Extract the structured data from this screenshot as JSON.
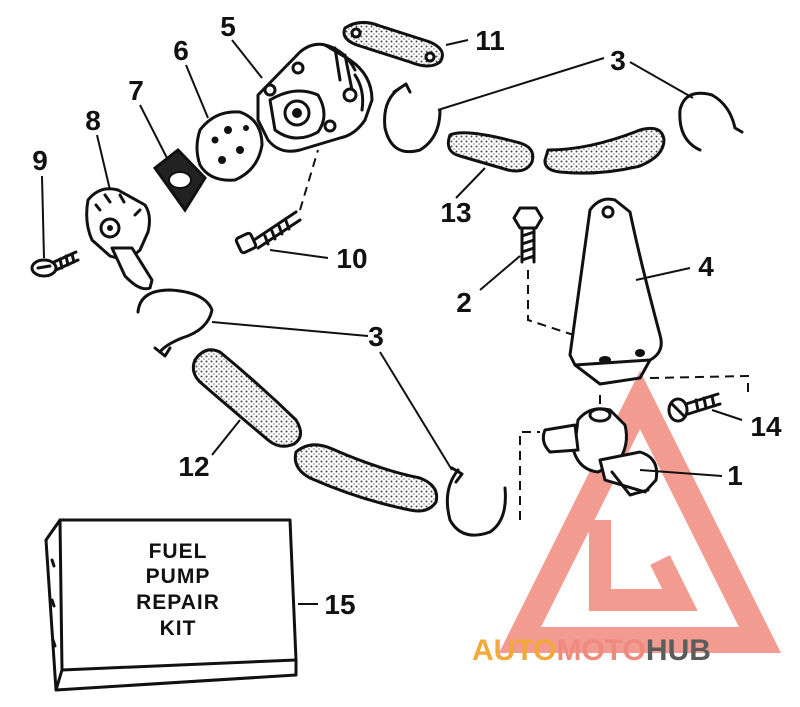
{
  "callouts": [
    "1",
    "2",
    "3",
    "3",
    "4",
    "5",
    "6",
    "7",
    "8",
    "9",
    "10",
    "11",
    "12",
    "13",
    "14",
    "15"
  ],
  "kit_box": {
    "lines": [
      "FUEL",
      "PUMP",
      "REPAIR",
      "KIT"
    ]
  },
  "watermark": {
    "part1": "AUTO",
    "part2": "MOTO",
    "part3": "HUB",
    "colors": {
      "orange": "#f2a93b",
      "red": "#f08a7e",
      "gray": "#5c5c5c"
    }
  }
}
